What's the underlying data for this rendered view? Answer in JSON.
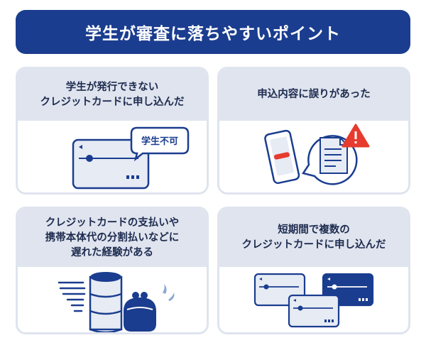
{
  "title": "学生が審査に落ちやすいポイント",
  "colors": {
    "primary": "#1b3d8f",
    "panel": "#dfe4ee",
    "card_fill": "#e6ebf4",
    "alert": "#e63b2e"
  },
  "cards": [
    {
      "heading_lines": [
        "学生が発行できない",
        "クレジットカードに申し込んだ"
      ],
      "badge": "学生不可",
      "illustration": "credit-card-with-student-not-allowed-badge"
    },
    {
      "heading_lines": [
        "申込内容に誤りがあった"
      ],
      "illustration": "smartphone-and-document-with-warning-icon"
    },
    {
      "heading_lines": [
        "クレジットカードの支払いや",
        "携帯本体代の分割払いなどに",
        "遅れた経験がある"
      ],
      "illustration": "coin-stack-and-wallet-icon"
    },
    {
      "heading_lines": [
        "短期間で複数の",
        "クレジットカードに申し込んだ"
      ],
      "illustration": "multiple-credit-cards-icon"
    }
  ]
}
